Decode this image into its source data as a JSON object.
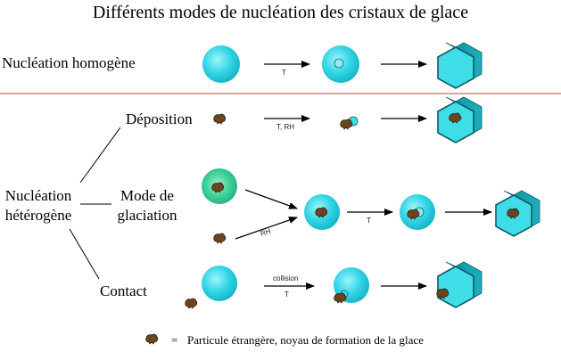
{
  "title": "Différents modes de nucléation des cristaux de glace",
  "rows": {
    "homogeneous": {
      "label": "Nucléation homogène",
      "arrow": "T"
    },
    "deposition": {
      "label": "Déposition",
      "arrow": "T, RH"
    },
    "freezing": {
      "label_line1": "Mode de",
      "label_line2": "glaciation",
      "arrow_particle": "RH",
      "arrow_next": "T"
    },
    "contact": {
      "label": "Contact",
      "arrow_line1": "collision",
      "arrow_line2": "T"
    }
  },
  "heterogeneous": {
    "line1": "Nucléation",
    "line2": "hétérogène"
  },
  "legend": {
    "sep": "=",
    "text": "Particule étrangère, noyau de formation de la glace"
  },
  "colors": {
    "droplet": "#2ad4e4",
    "droplet_green": "#2fc890",
    "crystal": "#22b4c0",
    "particle": "#5a3a1a",
    "divider": "#c04040"
  },
  "icons": [
    "droplet-icon",
    "ice-crystal-icon",
    "particle-icon",
    "arrow-icon"
  ]
}
